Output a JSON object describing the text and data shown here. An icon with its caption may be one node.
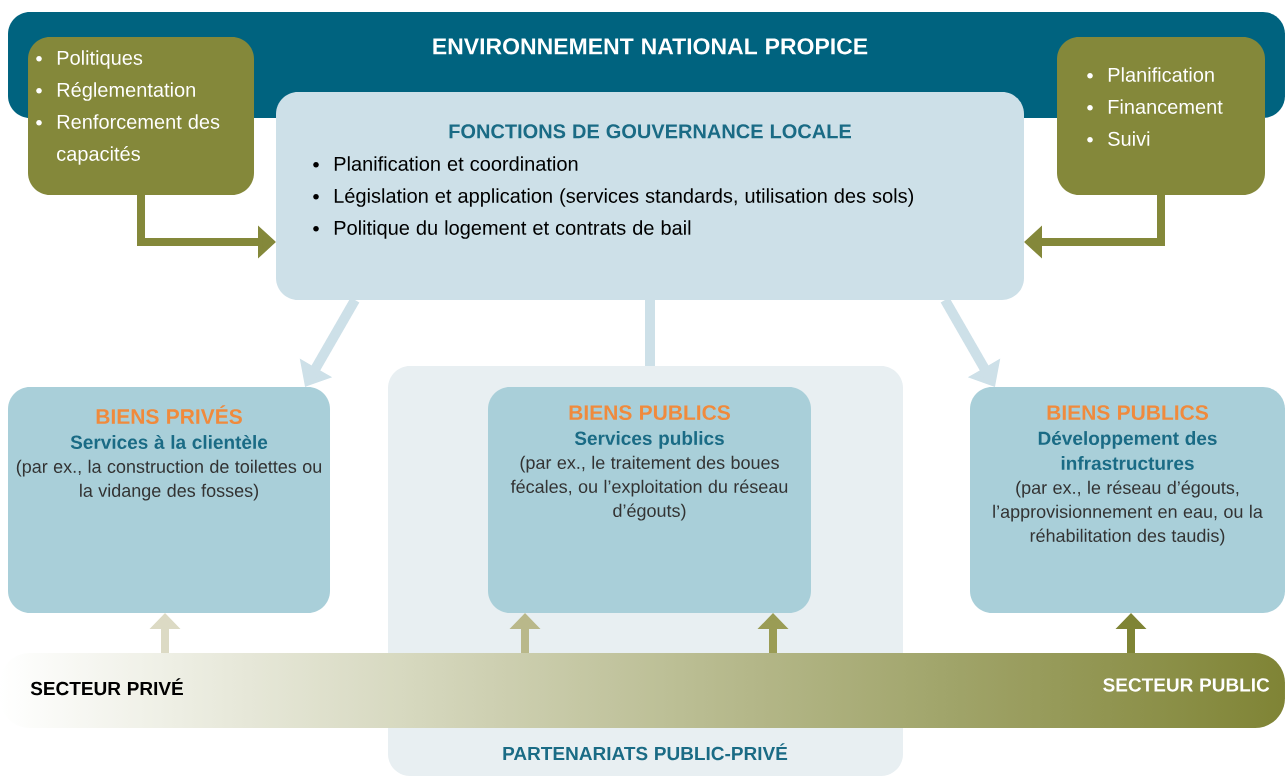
{
  "diagram": {
    "nodes": [
      {
        "text": [
          "ENVIRONNEMENT NATIONAL PROPICE"
        ]
      },
      {
        "text": [
          "Politiques",
          "Réglementation",
          "Renforcement des capacités"
        ]
      },
      {
        "text": [
          "Planification",
          "Financement",
          "Suivi"
        ]
      },
      {
        "text": [
          "FONCTIONS DE GOUVERNANCE LOCALE",
          "Planification et coordination",
          "Législation et application (services standards, utilisation des sols)",
          "Politique du logement et contrats de bail"
        ]
      },
      {
        "text": [
          "PARTENARIATS PUBLIC-PRIVÉ"
        ]
      },
      {
        "text": [
          "BIENS PRIVÉS",
          "Services à la clientèle",
          "(par ex., la construction de toilettes ou la vidange des fosses)"
        ]
      },
      {
        "text": [
          "BIENS PUBLICS",
          "Services publics",
          "(par ex., le traitement des boues fécales, ou l’exploitation du réseau d’égouts)"
        ],
        "in": 4
      },
      {
        "text": [
          "BIENS PUBLICS",
          "Développement des infrastructures",
          "(par ex., le réseau d’égouts, l’approvisionnement en eau, ou la réhabilitation des taudis)"
        ]
      },
      {
        "text": [
          "SECTEUR PRIVÉ",
          "SECTEUR PUBLIC"
        ]
      }
    ],
    "edges": [
      {
        "from": 1,
        "to": 3,
        "arrow": "to",
        "color": "#84883a"
      },
      {
        "from": 2,
        "to": 3,
        "arrow": "to",
        "color": "#84883a"
      },
      {
        "from": 3,
        "to": 5,
        "arrow": "to",
        "color": "#cde0e8"
      },
      {
        "from": 3,
        "to": 4,
        "arrow": "none",
        "color": "#cde0e8"
      },
      {
        "from": 3,
        "to": 7,
        "arrow": "to",
        "color": "#cde0e8"
      },
      {
        "from": 8,
        "to": 5,
        "arrow": "to",
        "color": "#dcdac4"
      },
      {
        "from": 8,
        "to": 6,
        "arrow": "to",
        "color": "#b9b88a"
      },
      {
        "from": 8,
        "to": 6,
        "arrow": "to",
        "color": "#9a9c55"
      },
      {
        "from": 8,
        "to": 7,
        "arrow": "to",
        "color": "#7f8435"
      }
    ]
  }
}
